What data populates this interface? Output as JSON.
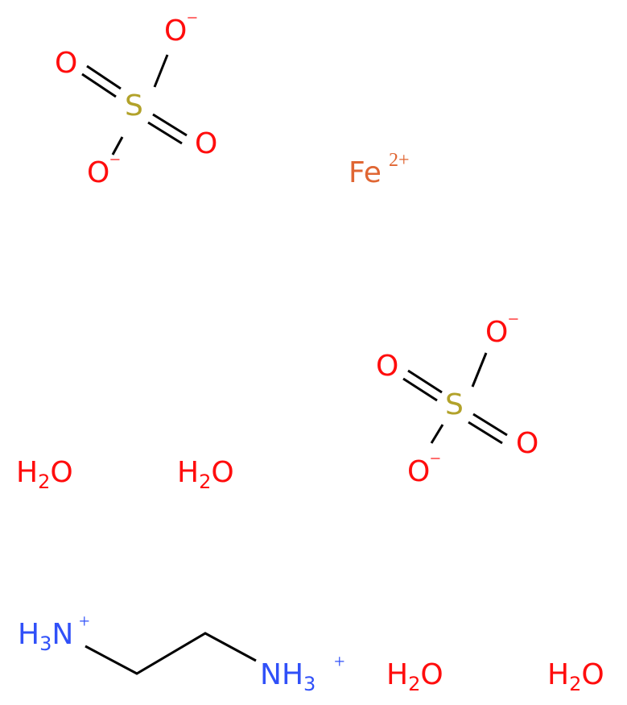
{
  "colors": {
    "oxygen": "#ff0d0d",
    "sulfur": "#b2a22a",
    "iron": "#e06633",
    "nitrogen": "#3050f8",
    "bond": "#000000"
  },
  "sulfate_1": {
    "o_top": "O",
    "o_top_charge": "−",
    "o_left": "O",
    "s": "S",
    "o_right": "O",
    "o_bottom": "O",
    "o_bottom_charge": "−"
  },
  "iron_ion": {
    "symbol": "Fe",
    "charge": "2+"
  },
  "sulfate_2": {
    "o_top": "O",
    "o_top_charge": "−",
    "o_left": "O",
    "s": "S",
    "o_right": "O",
    "o_bottom": "O",
    "o_bottom_charge": "−"
  },
  "water_1": {
    "h": "H",
    "sub": "2",
    "o": "O"
  },
  "water_2": {
    "h": "H",
    "sub": "2",
    "o": "O"
  },
  "water_3": {
    "h": "H",
    "sub": "2",
    "o": "O"
  },
  "water_4": {
    "h": "H",
    "sub": "2",
    "o": "O"
  },
  "ammonium_left": {
    "h": "H",
    "sub": "3",
    "n": "N",
    "charge": "+"
  },
  "ammonium_right": {
    "n": "N",
    "h": "H",
    "sub": "3",
    "charge": "+"
  }
}
